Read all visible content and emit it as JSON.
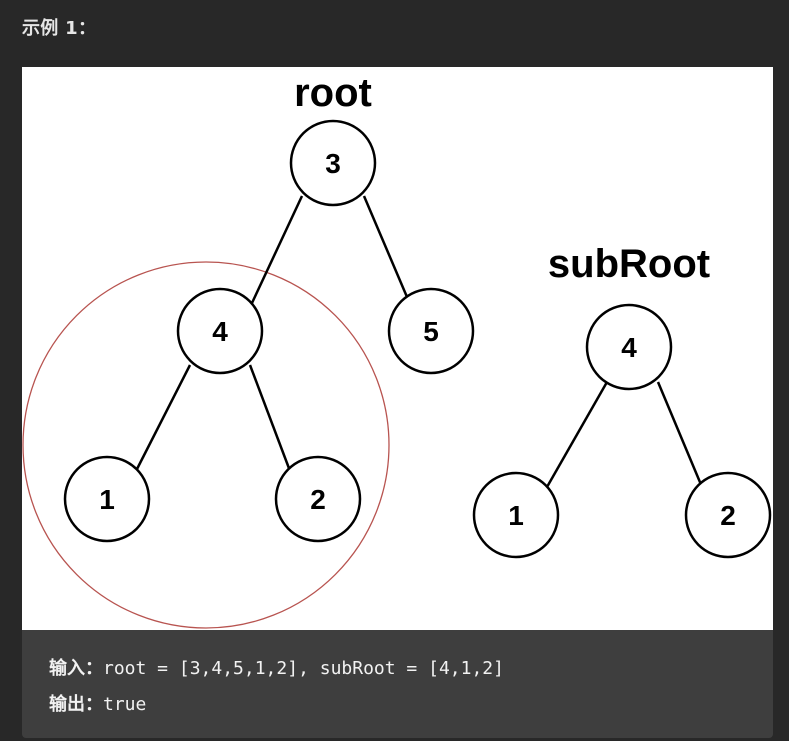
{
  "heading": "示例 1：",
  "diagram": {
    "root_title": "root",
    "subroot_title": "subRoot",
    "root_tree": {
      "nodes": [
        {
          "id": "r3",
          "value": "3"
        },
        {
          "id": "r4",
          "value": "4"
        },
        {
          "id": "r5",
          "value": "5"
        },
        {
          "id": "r1",
          "value": "1"
        },
        {
          "id": "r2",
          "value": "2"
        }
      ],
      "edges": [
        [
          "r3",
          "r4"
        ],
        [
          "r3",
          "r5"
        ],
        [
          "r4",
          "r1"
        ],
        [
          "r4",
          "r2"
        ]
      ]
    },
    "subroot_tree": {
      "nodes": [
        {
          "id": "s4",
          "value": "4"
        },
        {
          "id": "s1",
          "value": "1"
        },
        {
          "id": "s2",
          "value": "2"
        }
      ],
      "edges": [
        [
          "s4",
          "s1"
        ],
        [
          "s4",
          "s2"
        ]
      ]
    },
    "highlight_color": "#b85450"
  },
  "example": {
    "input_label": "输入：",
    "input_value": "root = [3,4,5,1,2], subRoot = [4,1,2]",
    "output_label": "输出：",
    "output_value": "true"
  }
}
